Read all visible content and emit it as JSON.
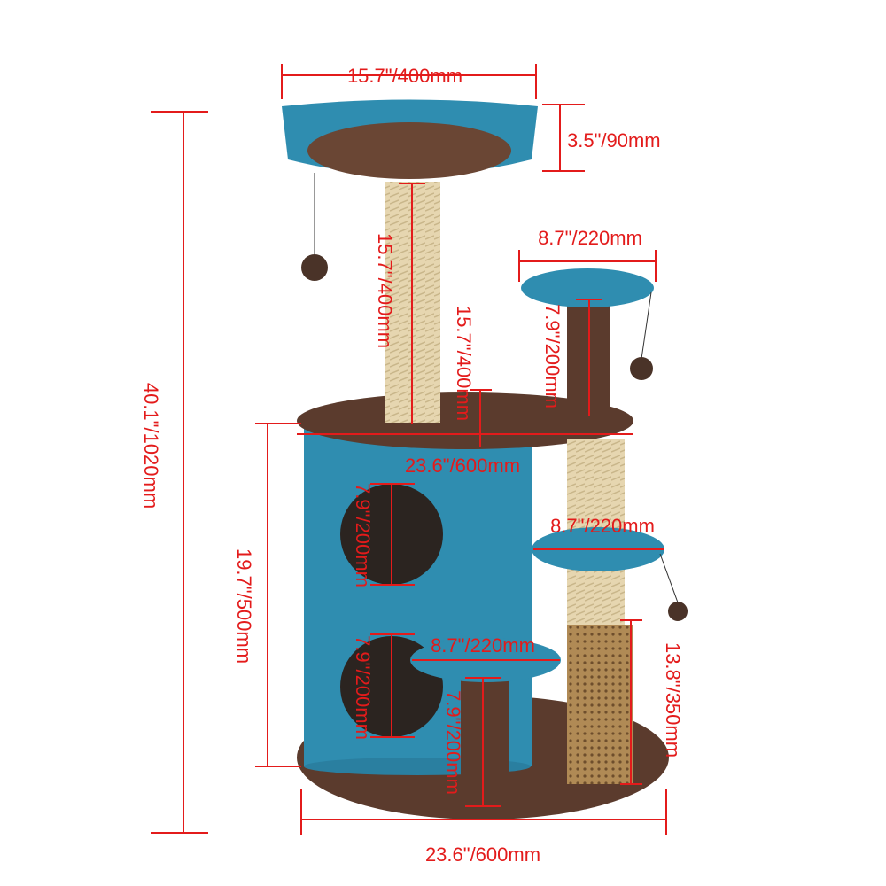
{
  "colors": {
    "dimension": "#e31b1b",
    "fabric_teal": "#2f8db0",
    "plush_brown": "#5b3b2d",
    "sisal": "#e6d6b0"
  },
  "dimensions": {
    "top_bed_width": "15.7\"/400mm",
    "top_bed_height": "3.5\"/90mm",
    "top_right_platform_width": "8.7\"/220mm",
    "total_height": "40.1\"/1020mm",
    "top_post_height": "15.7\"/400mm",
    "middle_post_height": "15.7\"/400mm",
    "top_right_post_height": "7.9\"/200mm",
    "middle_platform_width": "23.6\"/600mm",
    "condo_height": "19.7\"/500mm",
    "upper_hole_diameter": "7.9\"/200mm",
    "middle_right_platform_width": "8.7\"/220mm",
    "lower_hole_diameter": "7.9\"/200mm",
    "lower_platform_width": "8.7\"/220mm",
    "lower_post_height": "7.9\"/200mm",
    "right_post_height": "13.8\"/350mm",
    "base_width": "23.6\"/600mm"
  }
}
